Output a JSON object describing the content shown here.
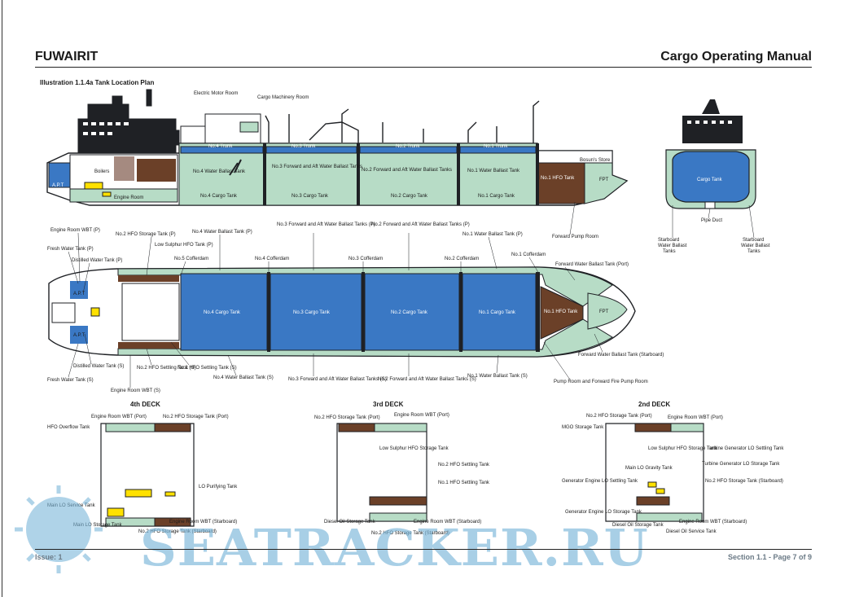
{
  "header": {
    "ship": "FUWAIRIT",
    "manual": "Cargo Operating Manual"
  },
  "illustration": {
    "title": "Illustration 1.1.4a Tank Location Plan"
  },
  "footer": {
    "issue": "Issue: 1",
    "section": "Section 1.1 - Page 7 of 9"
  },
  "watermark": "SEATRACKER.RU",
  "colors": {
    "cargo": "#3a78c4",
    "ballast": "#b7dcc6",
    "hfo": "#6b4028",
    "brown_light": "#a58a80",
    "yellow": "#ffe100",
    "dark": "#1f2125"
  },
  "profile": {
    "top": [
      "Electric Motor Room",
      "Cargo Machinery Room"
    ],
    "trunks": [
      "No.4 Trunk",
      "No.3 Trunk",
      "No.2 Trunk",
      "No.1 Trunk"
    ],
    "ballast": [
      "No.4 Water Ballast Tank",
      "No.3 Forward and Aft Water Ballast Tanks",
      "No.2 Forward and Aft Water Ballast Tanks",
      "No.1 Water Ballast Tank"
    ],
    "cargo": [
      "No.4 Cargo Tank",
      "No.3 Cargo Tank",
      "No.2 Cargo Tank",
      "No.1 Cargo Tank"
    ],
    "aft": [
      "A.P.T",
      "Boilers",
      "Engine Room"
    ],
    "fwd": [
      "No.1 HFO Tank",
      "FPT",
      "Bosun's Store",
      "Forward Pump Room"
    ]
  },
  "section": {
    "cargo": "Cargo Tank",
    "pipe_duct": "Pipe Duct",
    "port": "Starboard Water Ballast Tanks",
    "stbd": "Starboard Water Ballast Tanks"
  },
  "plan": {
    "cargo": [
      "No.4 Cargo Tank",
      "No.3 Cargo Tank",
      "No.2 Cargo Tank",
      "No.1 Cargo Tank"
    ],
    "inner": [
      "A.P.T",
      "No.1 HFO Tank",
      "FPT"
    ],
    "top_labels": [
      "Engine Room WBT (P)",
      "No.2 HFO Storage Tank (P)",
      "No.4 Water Ballast Tank (P)",
      "No.3 Forward and Aft Water Ballast Tanks (P)",
      "No.2 Forward and Aft Water Ballast Tanks (P)",
      "No.1 Water Ballast Tank (P)",
      "Fresh Water Tank (P)",
      "Low Sulphur HFO Tank (P)",
      "Distilled Water Tank (P)",
      "No.5 Cofferdam",
      "No.4 Cofferdam",
      "No.3 Cofferdam",
      "No.2 Cofferdam",
      "No.1 Cofferdam",
      "Forward Water Ballast Tank (Port)"
    ],
    "bottom_labels": [
      "Forward Water Ballast Tank (Starboard)",
      "Fresh Water Tank (S)",
      "Distilled Water Tank (S)",
      "No.2 HFO Settling Tank (S)",
      "No.1 HFO Settling Tank (S)",
      "Engine Room WBT (S)",
      "No.4 Water Ballast Tank (S)",
      "No.3 Forward and Aft Water Ballast Tanks (S)",
      "No.2 Forward and Aft Water Ballast Tanks (S)",
      "No.1 Water Ballast Tank (S)",
      "Pump Room and Forward Fire Pump Room"
    ]
  },
  "decks": [
    {
      "title": "4th DECK",
      "labels": [
        "Engine Room WBT (Port)",
        "No.2 HFO Storage Tank (Port)",
        "HFO Overflow Tank",
        "LO Purifying Tank",
        "Main LO Service Tank",
        "Main LO Storage Tank",
        "Engine Room WBT (Starboard)",
        "No.2 HFO Storage Tank (Starboard)"
      ]
    },
    {
      "title": "3rd DECK",
      "labels": [
        "No.2 HFO Storage Tank (Port)",
        "Engine Room WBT (Port)",
        "Low Sulphur HFO Storage Tank",
        "No.2 HFO Settling Tank",
        "No.1 HFO Settling Tank",
        "Diesel Oil Storage Tank",
        "Engine Room WBT (Starboard)",
        "No.2 HFO Storage Tank (Starboard)"
      ]
    },
    {
      "title": "2nd DECK",
      "labels": [
        "No.2 HFO Storage Tank (Port)",
        "Engine Room WBT (Port)",
        "MGO Storage Tank",
        "Low Sulphur HFO Storage Tank",
        "Turbine Generator LO Settling Tank",
        "Turbine Generator LO Storage Tank",
        "Main LO Gravity Tank",
        "Generator Engine LO Settling Tank",
        "No.2 HFO Storage Tank (Starboard)",
        "Generator Engine LO Storage Tank",
        "Engine Room WBT (Starboard)",
        "Diesel Oil Storage Tank",
        "Diesel Oil Service Tank"
      ]
    }
  ]
}
